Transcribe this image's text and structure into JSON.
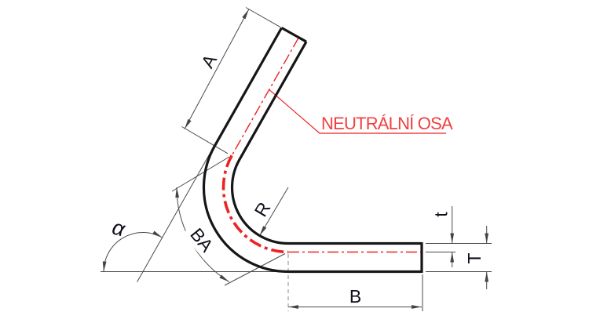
{
  "drawing": {
    "labels": {
      "leg_a": "A",
      "leg_b": "B",
      "bend_radius": "R",
      "thickness": "T",
      "neutral_offset": "t",
      "bend_angle": "α",
      "bend_allowance": "BA",
      "neutral_axis": "NEUTRÁLNÍ OSA"
    },
    "colors": {
      "neutral_axis_red": "#ee2222",
      "neutral_label_red": "#f04040",
      "outline_black": "#161616",
      "dimension_gray": "#4a4a4a"
    }
  }
}
